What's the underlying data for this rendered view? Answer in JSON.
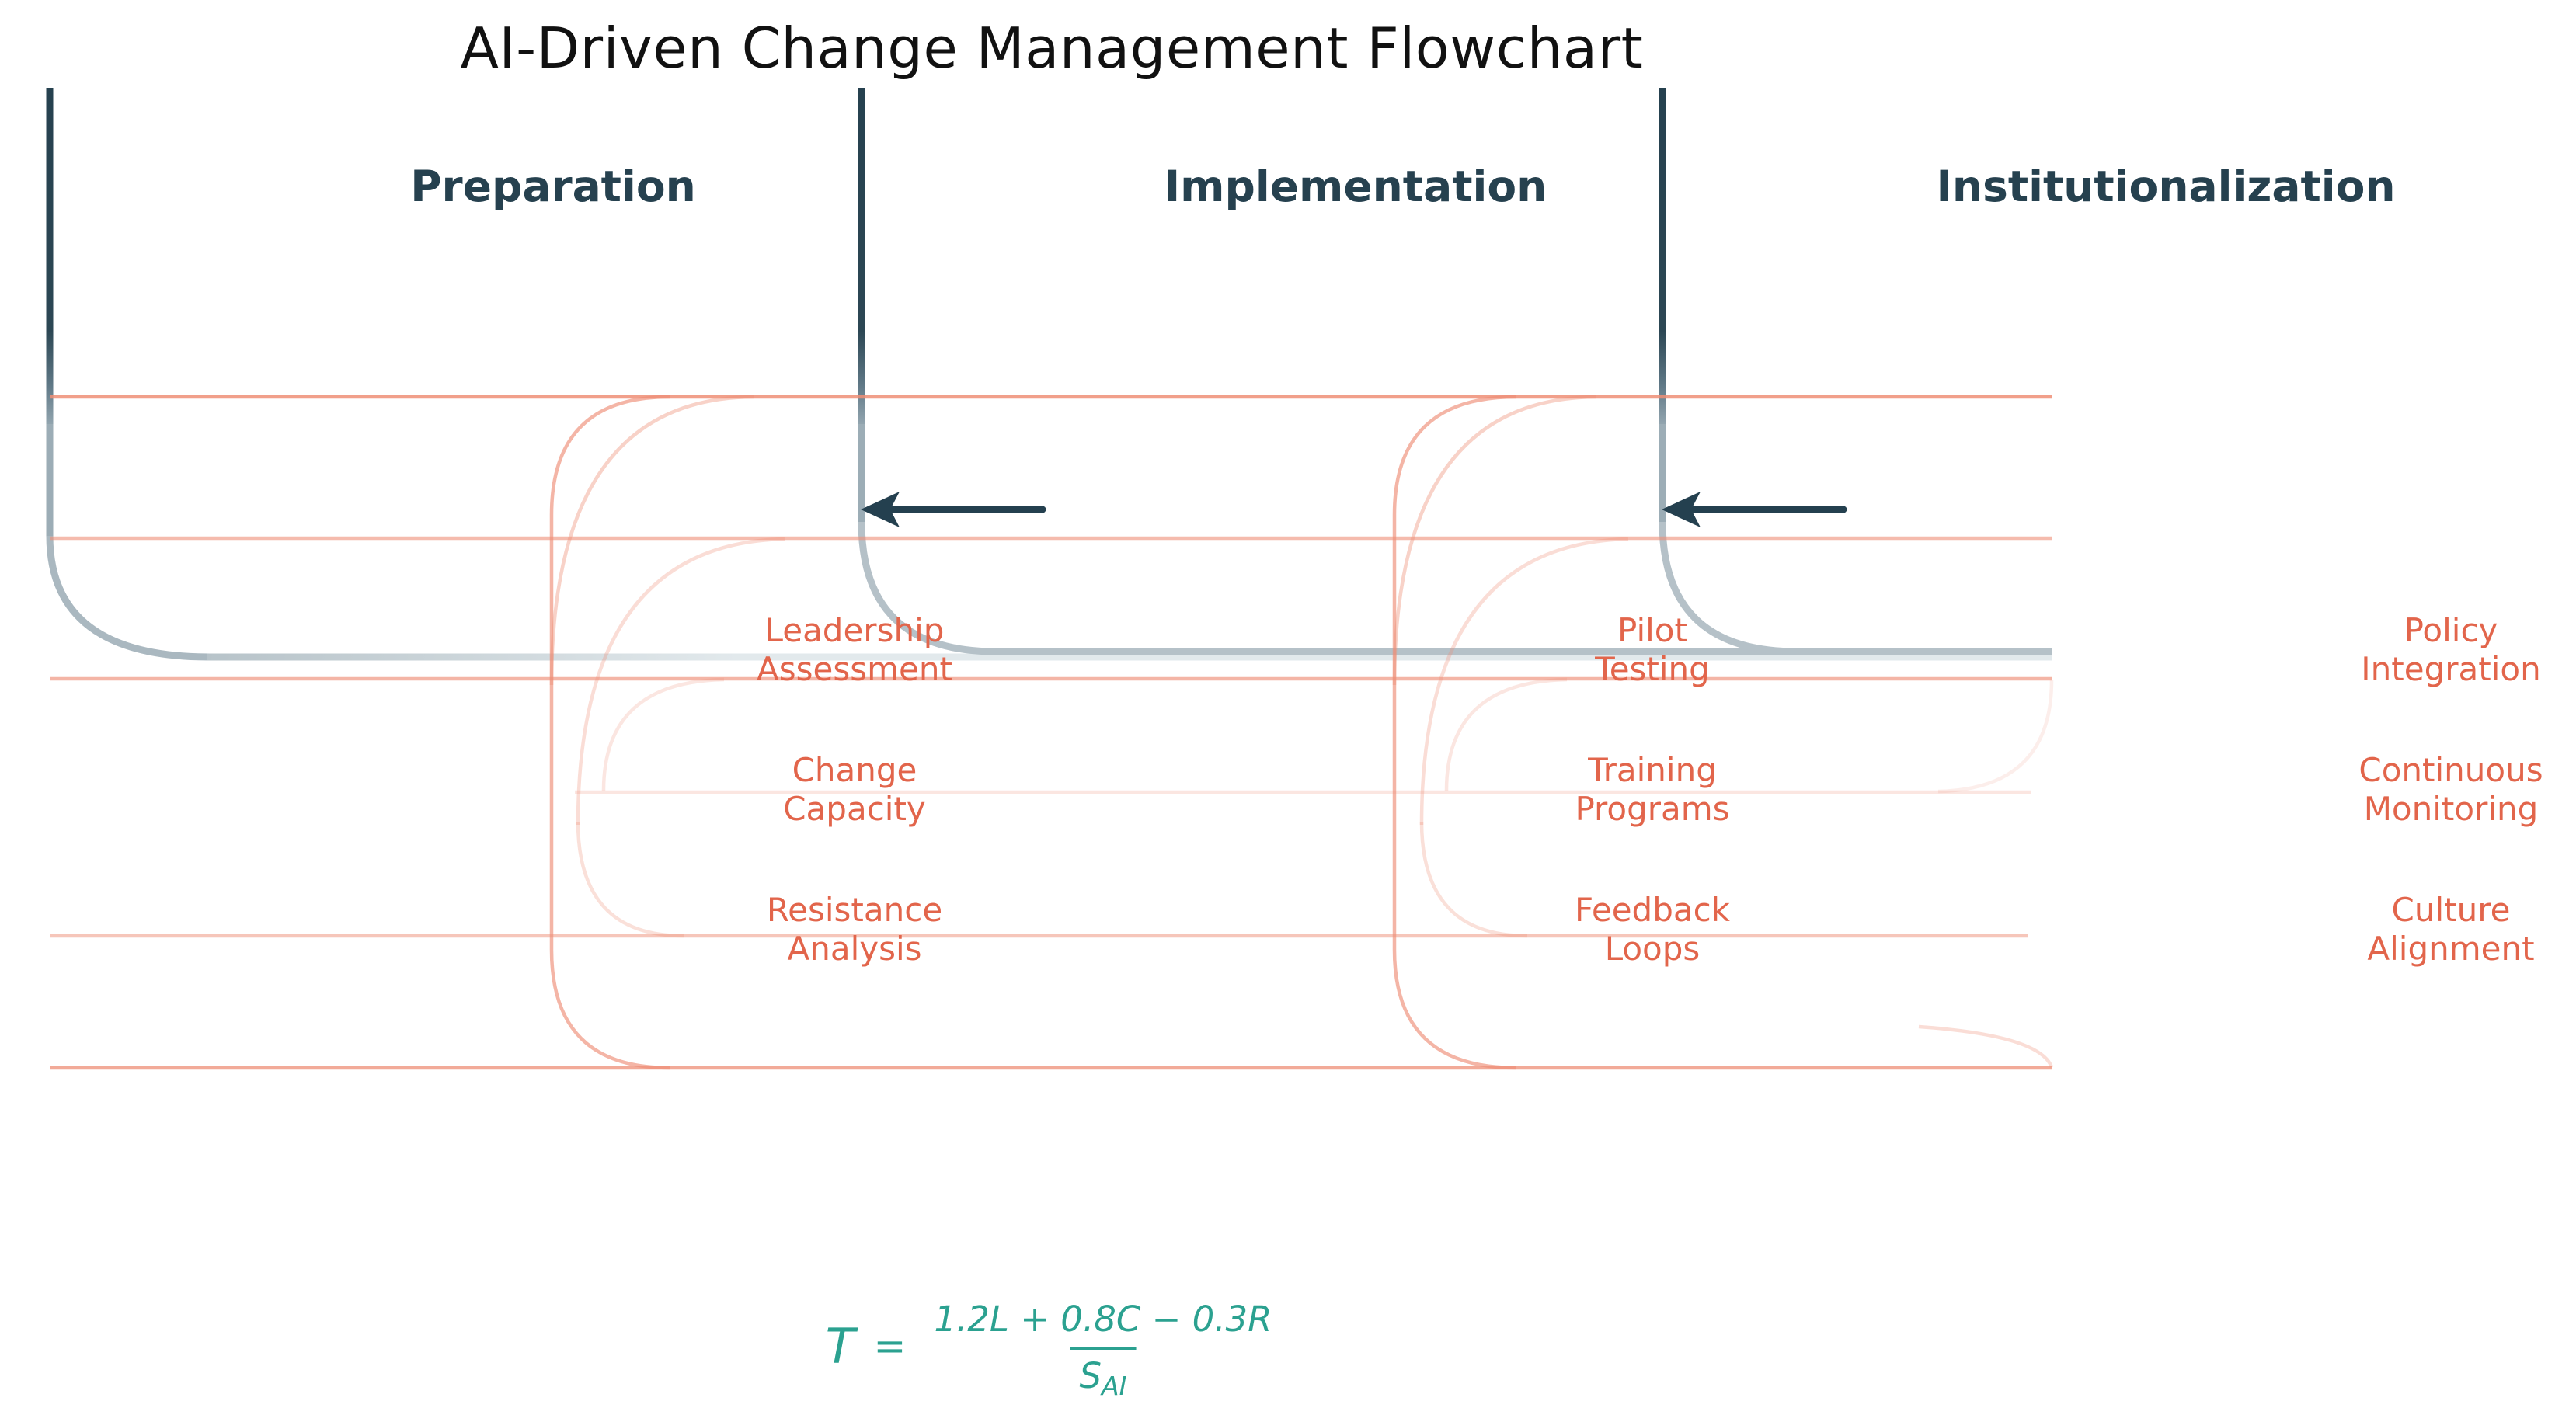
{
  "title": "AI-Driven Change Management Flowchart",
  "phases": [
    {
      "label": "Preparation",
      "nodes": [
        "Leadership\nAssessment",
        "Change\nCapacity",
        "Resistance\nAnalysis"
      ]
    },
    {
      "label": "Implementation",
      "nodes": [
        "Pilot\nTesting",
        "Training\nPrograms",
        "Feedback\nLoops"
      ]
    },
    {
      "label": "Institutionalization",
      "nodes": [
        "Policy\nIntegration",
        "Continuous\nMonitoring",
        "Culture\nAlignment"
      ]
    }
  ],
  "formula": {
    "lhs": "T",
    "equals": "=",
    "numerator": "1.2L + 0.8C − 0.3R",
    "denominator_base": "S",
    "denominator_subscript": "AI"
  },
  "colors": {
    "background": "#ffffff",
    "title_text": "#111111",
    "phase_header_text": "#26414f",
    "node_text": "#e2654b",
    "connector_salmon": "#ee8e76",
    "trunk_dark": "#26414f",
    "trunk_gray": "#9fb0b8",
    "trunk_gray_light": "#e0e7ea",
    "arrow": "#24404f",
    "formula_teal": "#2ba190"
  }
}
